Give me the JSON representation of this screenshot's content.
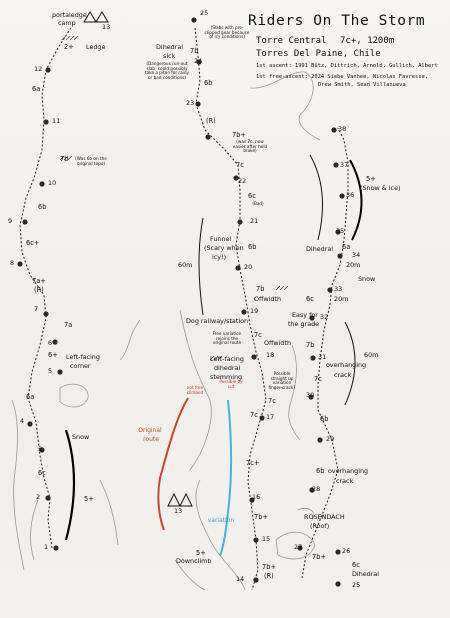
{
  "header": {
    "title": "Riders On The Storm",
    "peak": "Torre Central",
    "grade_length": "7c+, 1200m",
    "location": "Torres Del Paine, Chile",
    "first_ascent": "1st ascent: 1991 Bütz, Dittrich, Arnold, Gullich, Albert",
    "free_ascent_1": "1st free-ascent: 2024 Siebe Vanhee, Nicolas Favresse,",
    "free_ascent_2": "Drew Smith, Sean Villanueva"
  },
  "pitches": {
    "p1": "1",
    "p2": "2",
    "p3": "3",
    "p4": "4",
    "p5": "5",
    "p6": "6",
    "p7": "7",
    "p8": "8",
    "p9": "9",
    "p10": "10",
    "p11": "11",
    "p12": "12",
    "p13top": "13",
    "p13": "13",
    "p14": "14",
    "p15": "15",
    "p16": "16",
    "p17": "17",
    "p18": "18",
    "p19": "19",
    "p20": "20",
    "p21": "21",
    "p22": "22",
    "p23": "23",
    "p24": "24",
    "p25top": "25",
    "p25": "25",
    "p26": "26",
    "p27": "27",
    "p28": "28",
    "p29": "29",
    "p30": "30",
    "p31": "31",
    "p32": "32",
    "p33": "33",
    "p34": "34",
    "p35": "35",
    "p36": "36",
    "p37": "37",
    "p38": "38"
  },
  "grades": {
    "g5plus": "5+",
    "g6a_low": "6a",
    "g6plus_left": "6+",
    "g6c_left": "6c",
    "g7a_left": "7a",
    "g6c_plus": "6c+",
    "g7a_plus_left": "7a+",
    "g7a_plus_r": "(R)",
    "g6b_left": "6b",
    "g7b_left": "7b",
    "g6a_top": "6a",
    "g2plus": "2+",
    "g6b_top": "6b",
    "g7b_top": "7b",
    "g7b_plus_top": "7b+",
    "g7c_mid": "7c",
    "g6b_mid": "6b",
    "g7b_mid": "7b",
    "g7c_off": "7c",
    "g7c_small": "7c",
    "g7c_plus_mid": "7c+",
    "g7b_plus_mid": "7b+",
    "g7b_plus_low": "7b+",
    "g7b_plus_low_r": "(R)",
    "g5plus_low": "5+",
    "g7c_dot": "7c",
    "g6b_right_top": "6b",
    "g6a_right": "6a",
    "g6b_right": "6b",
    "g7b_right": "7b",
    "g7c_right": "7c",
    "g6b_right_low": "6b",
    "g6c_right": "6c",
    "g7b_plus_right": "7b+",
    "g6c_right_low": "6c",
    "g5plus_right": "5+",
    "g_r_top": "(R)",
    "g6c_dihedral": "6c",
    "g6b_flake": "6b",
    "g7b_plus_funnel": "7b+"
  },
  "labels": {
    "portaledge": "portaledge",
    "camp": "camp",
    "ledge": "Ledge",
    "snow_left": "Snow",
    "left_facing_corner_1": "Left-facing",
    "left_facing_corner_2": "corner",
    "dihedral_sick_1": "Dihedral",
    "dihedral_sick_2": "sick",
    "funnel_1": "Funnel",
    "funnel_2": "(Scary when",
    "funnel_3": "icy!)",
    "sixty_m_left": "60m",
    "offwidth_top": "Offwidth",
    "easy_1": "Easy for",
    "easy_2": "the grade",
    "dog_ledge": "Dog railway/station",
    "offwidth_mid": "Offwidth",
    "left_facing_dihedral_1": "Left-facing",
    "left_facing_dihedral_2": "dihedral",
    "left_facing_dihedral_3": "stemming",
    "downclimb": "Downclimb",
    "variation": "variation",
    "original_1": "Original",
    "original_2": "route",
    "five_plus_snow_1": "5+",
    "five_plus_snow_2": "(Snow & ice)",
    "dihedral_right": "Dihedral",
    "snow_right": "Snow",
    "twenty_m_1": "20m",
    "twenty_m_2": "20m",
    "overhanging_crack_1": "overhanging",
    "overhanging_crack_2": "crack",
    "sixty_m_right": "60m",
    "overhanging_crack_3": "overhanging",
    "overhanging_crack_4": "crack",
    "rosendach_1": "ROSENDACH",
    "rosendach_2": "(Roof)",
    "dihedral_bottom": "Dihedral",
    "r_bracket": "(R)"
  },
  "notes": {
    "slabs_note": "(Slabs with pre-clipped gear because of icy conditions)",
    "dangerous_note": "(Dangerous run-out slab, could possibly take a piton for rainy or bad conditions)",
    "was_6b_note": "(Was 6b on the original topo)",
    "was_7c_note": "(was 7c, now easier after hold broke)",
    "bad": "(Bad)",
    "free_variation_note": "Free variation rejoins the original route",
    "possible_note": "Possible straight up variation finger-crack?",
    "not_free_note": "not free climbed",
    "possible_red": "Possible by cut"
  },
  "colors": {
    "ink": "#1c1c1c",
    "rock": "#9a9a9a",
    "original_route": "#c8462d",
    "variation_route": "#41b6dc",
    "paper": "#f4f2ee"
  }
}
